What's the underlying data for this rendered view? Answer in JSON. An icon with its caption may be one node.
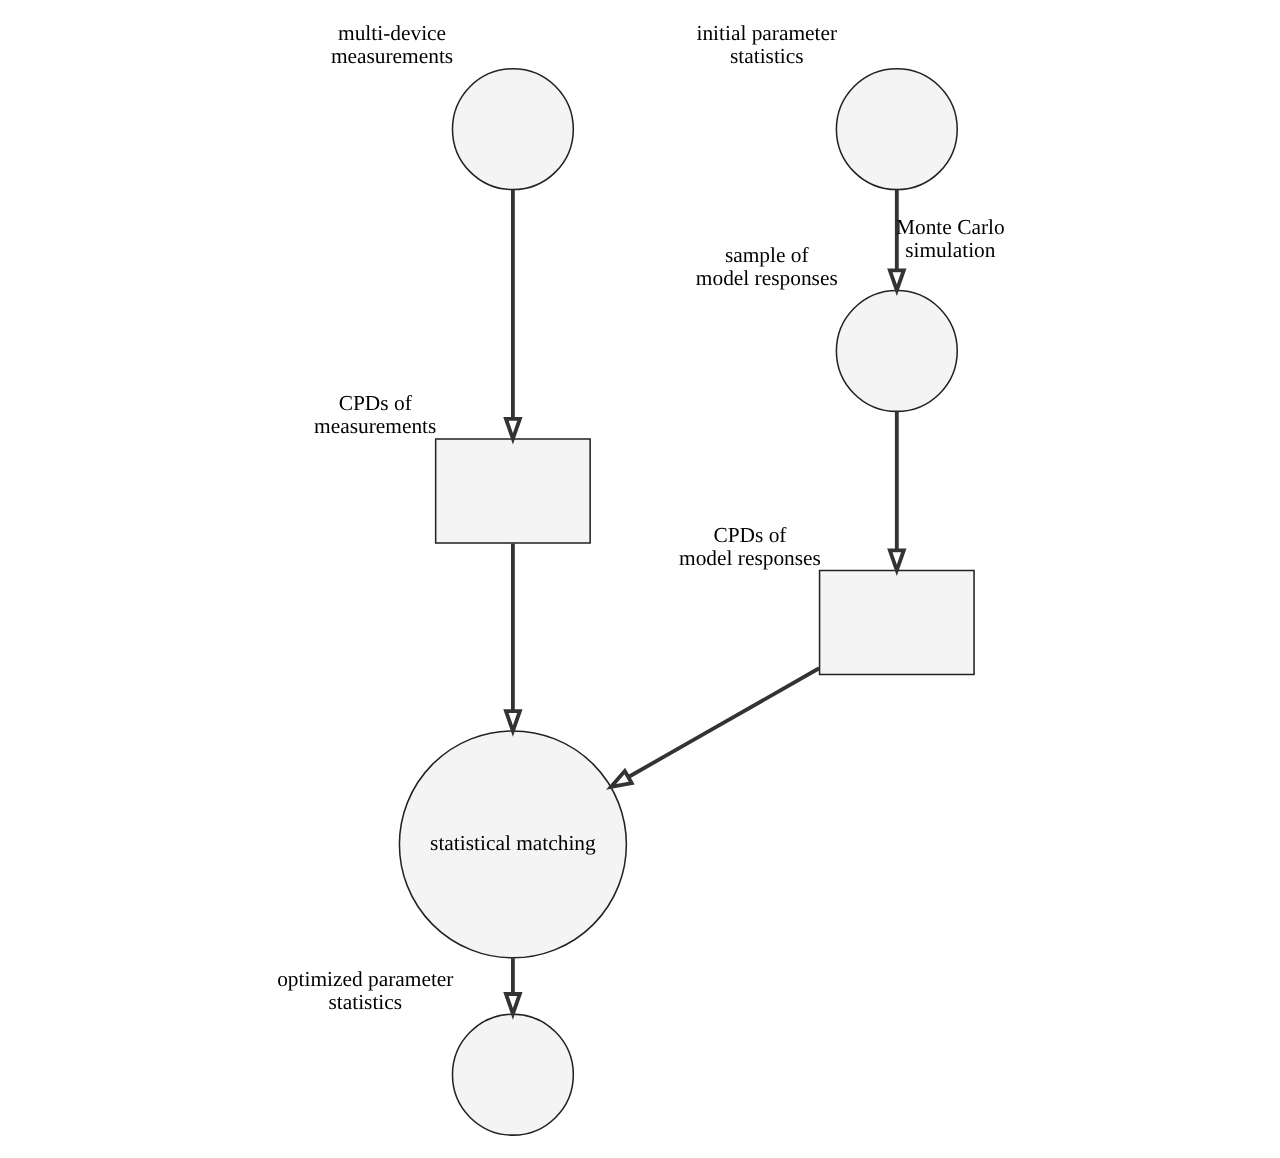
{
  "diagram": {
    "nodes": [
      {
        "text": [],
        "shape": "circle",
        "beside": [
          "multi-device measurements"
        ]
      },
      {
        "text": [],
        "shape": "circle",
        "beside": [
          "initial parameter statistics"
        ]
      },
      {
        "text": [],
        "shape": "box",
        "beside": [
          "CPDs of measurements"
        ]
      },
      {
        "text": [],
        "shape": "circle",
        "beside": [
          "sample of model responses"
        ]
      },
      {
        "text": [],
        "shape": "box",
        "beside": [
          "CPDs of model responses"
        ]
      },
      {
        "text": [
          "statistical matching"
        ]
      },
      {
        "text": [],
        "shape": "circle",
        "beside": [
          "optimized parameter statistics"
        ]
      }
    ],
    "edges": [
      {
        "from": 0,
        "to": 2,
        "arrow": "to"
      },
      {
        "from": 1,
        "to": 3,
        "arrow": "to",
        "label": "Monte Carlo simulation"
      },
      {
        "from": 2,
        "to": 5,
        "arrow": "to"
      },
      {
        "from": 3,
        "to": 4,
        "arrow": "to"
      },
      {
        "from": 4,
        "to": 5,
        "arrow": "to"
      },
      {
        "from": 5,
        "to": 6,
        "arrow": "to"
      }
    ]
  }
}
